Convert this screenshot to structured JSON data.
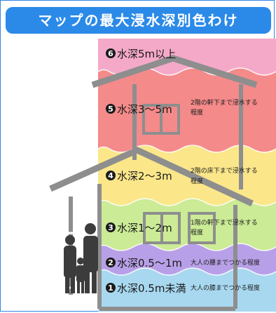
{
  "title": "マップの最大浸水深別色わけ",
  "levels": [
    {
      "num": "6",
      "label": "水深5m以上",
      "desc1": "",
      "desc2": "",
      "color": "#f5a9c8"
    },
    {
      "num": "5",
      "label": "水深3～5m",
      "desc1": "2階の軒下まで浸水する",
      "desc2": "程度",
      "color": "#f48a8a"
    },
    {
      "num": "4",
      "label": "水深2～3m",
      "desc1": "2階の床下まで浸水する",
      "desc2": "程度",
      "color": "#fbe68a"
    },
    {
      "num": "3",
      "label": "水深1～2m",
      "desc1": "1階の軒下まで浸水する",
      "desc2": "程度",
      "color": "#cbeb96"
    },
    {
      "num": "2",
      "label": "水深0.5～1m",
      "desc1": "大人の腰までつかる程度",
      "desc2": "",
      "color": "#b8a0e8"
    },
    {
      "num": "1",
      "label": "水深0.5m未満",
      "desc1": "大人の膝までつかる程度",
      "desc2": "",
      "color": "#a8d8f0"
    }
  ]
}
